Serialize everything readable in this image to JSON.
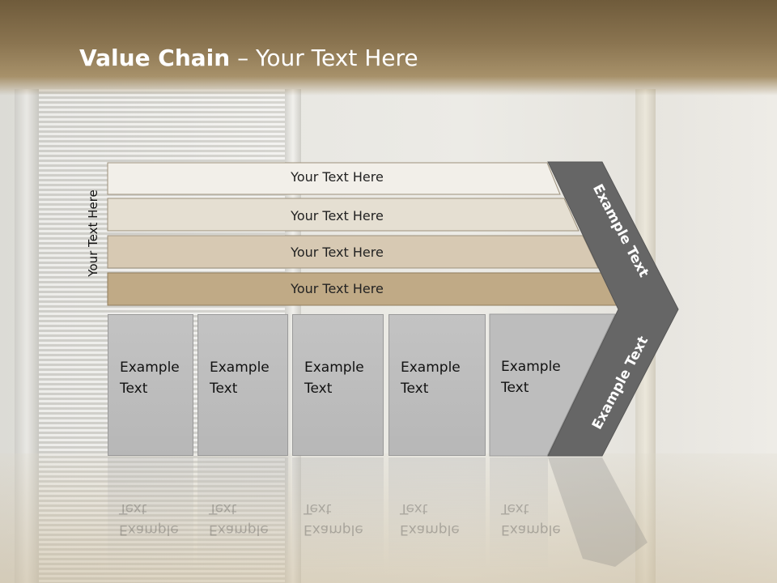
{
  "title": {
    "bold": "Value Chain",
    "rest": " – Your Text Here"
  },
  "side_label": "Your Text Here",
  "bars": [
    {
      "label": "Your Text Here",
      "color": "#f2efe9"
    },
    {
      "label": "Your Text Here",
      "color": "#e5dfd2"
    },
    {
      "label": "Your Text Here",
      "color": "#d7c9b3"
    },
    {
      "label": "Your Text Here",
      "color": "#c0aa86"
    }
  ],
  "boxes": [
    {
      "label": "Example\nText"
    },
    {
      "label": "Example\nText"
    },
    {
      "label": "Example\nText"
    },
    {
      "label": "Example\nText"
    },
    {
      "label": "Example\nText"
    }
  ],
  "chevron": {
    "top_label": "Example Text",
    "bottom_label": "Example Text",
    "color": "#666666"
  }
}
